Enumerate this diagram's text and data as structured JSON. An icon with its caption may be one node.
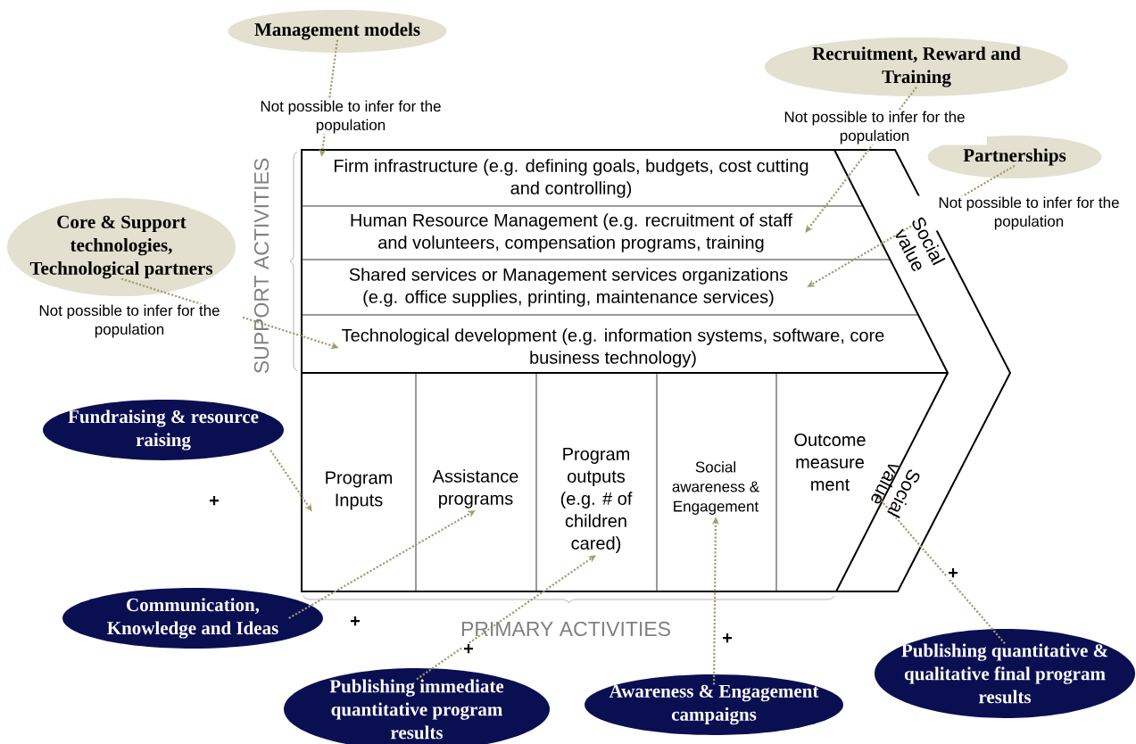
{
  "diagram": {
    "nodes": [
      {
        "text": [
          "Management models"
        ]
      },
      {
        "text": [
          "Recruitment, Reward and Training"
        ]
      },
      {
        "text": [
          "Partnerships"
        ]
      },
      {
        "text": [
          "Core & Support technologies, Technological partners"
        ]
      },
      {
        "text": [
          "Fundraising & resource raising"
        ]
      },
      {
        "text": [
          "Communication, Knowledge and Ideas"
        ]
      },
      {
        "text": [
          "Publishing immediate quantitative program results"
        ]
      },
      {
        "text": [
          "Awareness & Engagement campaigns"
        ]
      },
      {
        "text": [
          "Publishing quantitative & qualitative final program results"
        ]
      },
      {
        "text": [
          "Firm infrastructure (e.g. defining goals, budgets, cost cutting and controlling)"
        ]
      },
      {
        "text": [
          "Human Resource Management (e.g. recruitment of staff and volunteers, compensation programs, training"
        ]
      },
      {
        "text": [
          "Shared services or Management services organizations (e.g. office supplies, printing, maintenance services)"
        ]
      },
      {
        "text": [
          "Technological development (e.g. information systems, software, core business technology)"
        ]
      },
      {
        "text": [
          "Program Inputs"
        ]
      },
      {
        "text": [
          "Assistance programs"
        ]
      },
      {
        "text": [
          "Program outputs (e.g. # of children cared)"
        ]
      },
      {
        "text": [
          "Social awareness & Engagement"
        ]
      },
      {
        "text": [
          "Outcome measure ment"
        ]
      }
    ],
    "edges": [
      {
        "from": 0,
        "to": 9,
        "arrow": "to",
        "label": "Not possible to infer for the population"
      },
      {
        "from": 1,
        "to": 10,
        "arrow": "to",
        "label": "Not possible to infer for the population"
      },
      {
        "from": 2,
        "to": 11,
        "arrow": "to",
        "label": "Not possible to infer for the population"
      },
      {
        "from": 3,
        "to": 12,
        "arrow": "to",
        "label": "Not possible to infer for the population"
      },
      {
        "from": 4,
        "to": 13,
        "arrow": "to",
        "label": "+"
      },
      {
        "from": 5,
        "to": 14,
        "arrow": "to",
        "label": "+"
      },
      {
        "from": 6,
        "to": 15,
        "arrow": "to",
        "label": "+"
      },
      {
        "from": 7,
        "to": 16,
        "arrow": "to",
        "label": "+"
      },
      {
        "from": 8,
        "to": 17,
        "arrow": "to",
        "label": "+"
      }
    ],
    "labels": [
      "SUPPORT ACTIVITIES",
      "Social value",
      "PRIMARY ACTIVITIES",
      "Social value"
    ]
  }
}
